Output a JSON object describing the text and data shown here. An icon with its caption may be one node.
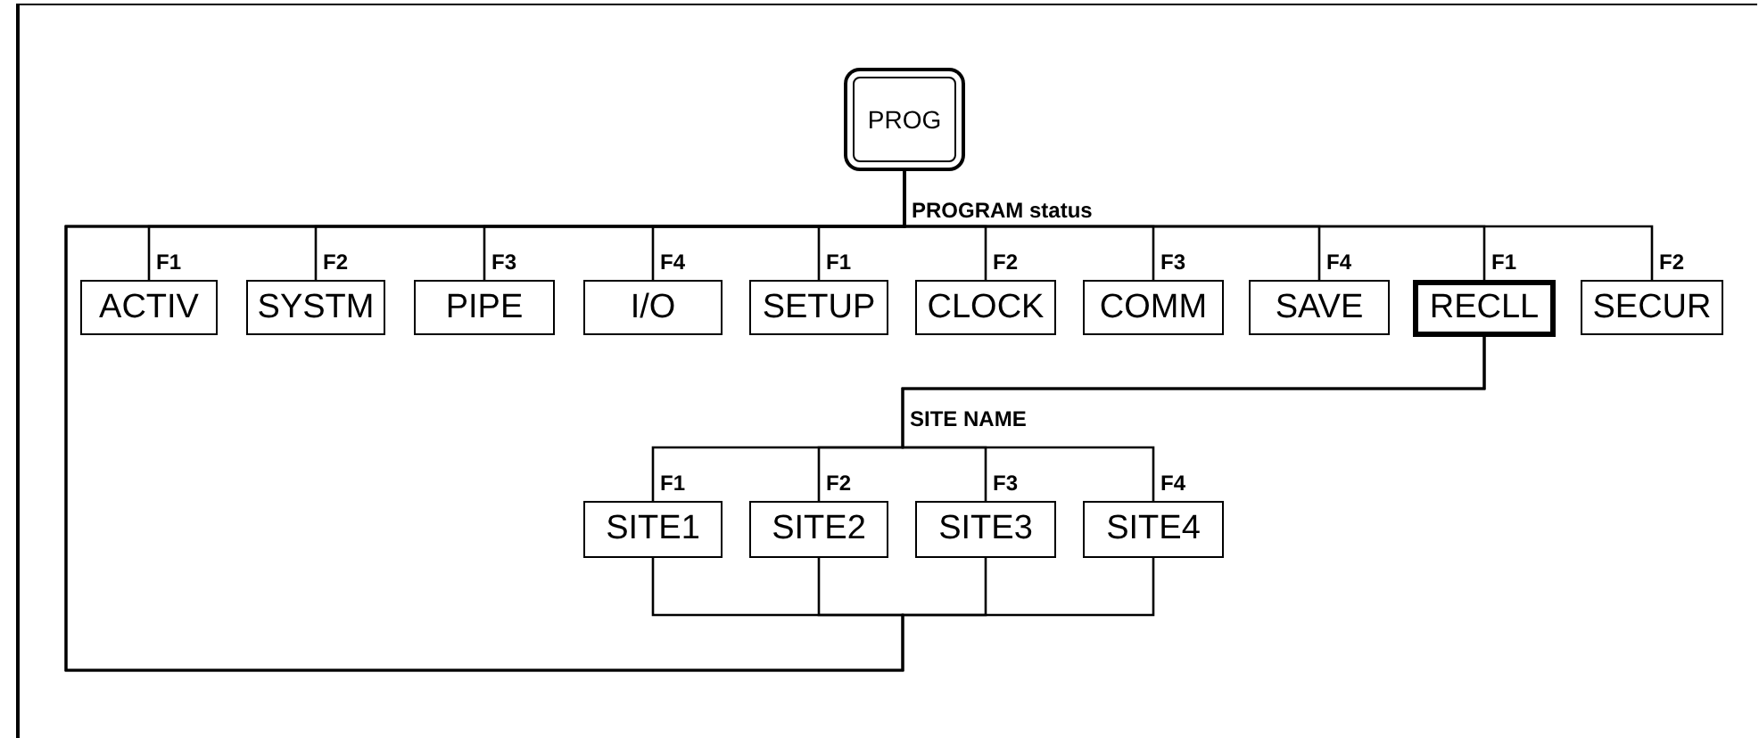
{
  "diagram": {
    "nodes": [
      {
        "text": [
          "PROG"
        ]
      },
      {
        "text": [
          "ACTIV"
        ]
      },
      {
        "text": [
          "SYSTM"
        ]
      },
      {
        "text": [
          "PIPE"
        ]
      },
      {
        "text": [
          "I/O"
        ]
      },
      {
        "text": [
          "SETUP"
        ]
      },
      {
        "text": [
          "CLOCK"
        ]
      },
      {
        "text": [
          "COMM"
        ]
      },
      {
        "text": [
          "SAVE"
        ]
      },
      {
        "text": [
          "RECLL"
        ]
      },
      {
        "text": [
          "SECUR"
        ]
      },
      {
        "text": [
          "SITE1"
        ]
      },
      {
        "text": [
          "SITE2"
        ]
      },
      {
        "text": [
          "SITE3"
        ]
      },
      {
        "text": [
          "SITE4"
        ]
      }
    ],
    "edges": [
      {
        "from": 0,
        "to": 1,
        "arrow": "none",
        "label": "F1"
      },
      {
        "from": 0,
        "to": 2,
        "arrow": "none",
        "label": "F2"
      },
      {
        "from": 0,
        "to": 3,
        "arrow": "none",
        "label": "F3"
      },
      {
        "from": 0,
        "to": 4,
        "arrow": "none",
        "label": "F4"
      },
      {
        "from": 0,
        "to": 5,
        "arrow": "none",
        "label": "F1"
      },
      {
        "from": 0,
        "to": 6,
        "arrow": "none",
        "label": "F2"
      },
      {
        "from": 0,
        "to": 7,
        "arrow": "none",
        "label": "F3"
      },
      {
        "from": 0,
        "to": 8,
        "arrow": "none",
        "label": "F4"
      },
      {
        "from": 0,
        "to": 9,
        "arrow": "none",
        "label": "F1"
      },
      {
        "from": 0,
        "to": 10,
        "arrow": "none",
        "label": "F2"
      },
      {
        "from": 9,
        "to": 11,
        "arrow": "none",
        "label": "F1"
      },
      {
        "from": 9,
        "to": 12,
        "arrow": "none",
        "label": "F2"
      },
      {
        "from": 9,
        "to": 13,
        "arrow": "none",
        "label": "F3"
      },
      {
        "from": 9,
        "to": 14,
        "arrow": "none",
        "label": "F4"
      },
      {
        "from": 11,
        "to": 0,
        "arrow": "none"
      },
      {
        "from": 12,
        "to": 0,
        "arrow": "none"
      },
      {
        "from": 13,
        "to": 0,
        "arrow": "none"
      },
      {
        "from": 14,
        "to": 0,
        "arrow": "none"
      }
    ],
    "labels": [
      "PROGRAM status",
      "SITE NAME"
    ]
  }
}
